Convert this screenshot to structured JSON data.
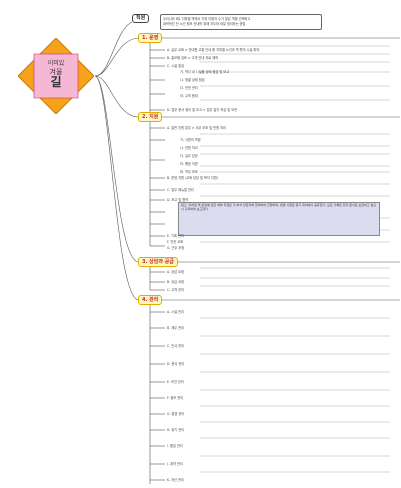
{
  "title_node": "직원",
  "title_lines": [
    "우리나라 제1 지하철 역에서 가장 이용자 수가 많은 역을 선택하고",
    "대략적인 전 노선 정보 안내를 위해 지도와 파일 정리하는 방법"
  ],
  "logo_text_lines": [
    "이미있",
    "겨울",
    "길"
  ],
  "sections": [
    {
      "label": "1. 운영",
      "lines": [
        "A. 실무 교육 > 안내원 교통 안내 중 지하철 노선과 역 편의 시설 파악",
        "B. 홍보물 검토 > 고객 안내 자료 제작",
        "C. 시설 점검",
        "가. 역사 내 시설물 상태 점검 및 보고",
        "나. 청결 상태 점검",
        "다. 안전 관리",
        "라. 고객 응대",
        "D. 업무 문서 정리 및 보고 > 업무 일지 작성 및 보관"
      ]
    },
    {
      "label": "2. 지원",
      "lines": [
        "A. 일반 지원 업무 > 사무 보조 및 민원 처리",
        "가. 사원의 역할",
        "나. 민원 처리",
        "다. 실무 담당",
        "라. 행정 지원",
        "마. 역무 보조",
        "B. 운영 지원 (교육 담당 및 복지 지원)",
        "C. 업무 매뉴얼 관리",
        "D. 보고 및 협력",
        "E. 기록 관리",
        "F. 안전 교육",
        "G. 근무 조정"
      ]
    },
    {
      "label": "3. 상담과 공급",
      "lines": [
        "A. 상담 요청",
        "B. 공급 요청",
        "C. 고객 관리"
      ]
    },
    {
      "label": "4. 관리",
      "lines": [
        "A. 시설 관리",
        "B. 재무 관리",
        "C. 인사 관리",
        "D. 문서 관리",
        "E. 보안 관리",
        "F. 정보 관리",
        "G. 환경 관리",
        "H. 위기 관리",
        "I. 품질 관리",
        "J. 계약 관리",
        "K. 자산 관리"
      ]
    }
  ],
  "note_text": "참고: 지하철 역 운영에 관한 세부 지침은 각 부서 담당자와 협의하여 진행하며, 변경 사항은 정기 회의에서 공유한다. 모든 기록은 전자 문서로 보관하고 필요 시 출력하여 보고한다."
}
